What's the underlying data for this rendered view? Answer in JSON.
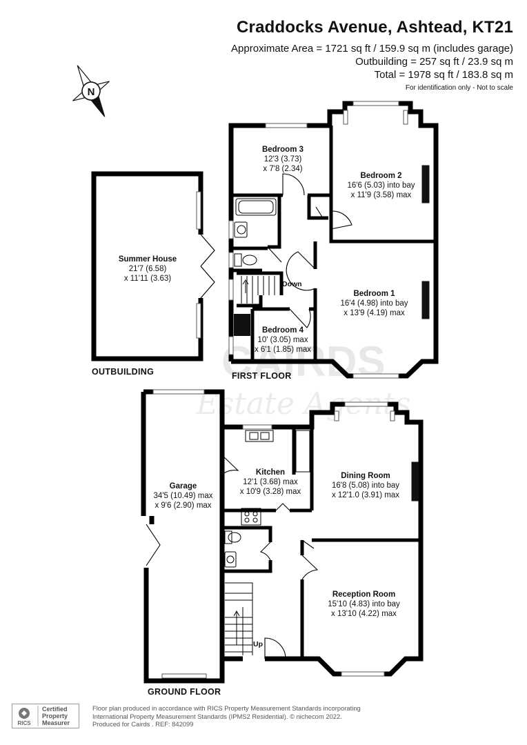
{
  "header": {
    "title": "Craddocks Avenue, Ashtead, KT21",
    "area_lines": [
      "Approximate Area = 1721 sq ft / 159.9 sq m (includes garage)",
      "Outbuilding = 257 sq ft / 23.9 sq m",
      "Total = 1978 sq ft / 183.8 sq m"
    ],
    "note": "For identification only - Not to scale"
  },
  "compass": {
    "label": "N"
  },
  "floors": {
    "first": "FIRST FLOOR",
    "ground": "GROUND FLOOR",
    "outbuilding": "OUTBUILDING"
  },
  "rooms": {
    "bedroom3": {
      "name": "Bedroom 3",
      "dim1": "12'3 (3.73)",
      "dim2": "x 7'8 (2.34)"
    },
    "bedroom2": {
      "name": "Bedroom 2",
      "dim1": "16'6 (5.03) into bay",
      "dim2": "x 11'9 (3.58) max"
    },
    "bedroom1": {
      "name": "Bedroom 1",
      "dim1": "16'4 (4.98) into bay",
      "dim2": "x 13'9 (4.19) max"
    },
    "bedroom4": {
      "name": "Bedroom 4",
      "dim1": "10' (3.05) max",
      "dim2": "x 6'1 (1.85) max"
    },
    "summer": {
      "name": "Summer House",
      "dim1": "21'7 (6.58)",
      "dim2": "x 11'11 (3.63)"
    },
    "garage": {
      "name": "Garage",
      "dim1": "34'5 (10.49) max",
      "dim2": "x 9'6 (2.90) max"
    },
    "kitchen": {
      "name": "Kitchen",
      "dim1": "12'1 (3.68) max",
      "dim2": "x 10'9 (3.28) max"
    },
    "dining": {
      "name": "Dining Room",
      "dim1": "16'8 (5.08) into bay",
      "dim2": "x 12'1.0 (3.91) max"
    },
    "reception": {
      "name": "Reception Room",
      "dim1": "15'10 (4.83) into bay",
      "dim2": "x 13'10 (4.22) max"
    }
  },
  "stairs": {
    "down": "Down",
    "up": "Up"
  },
  "watermark": {
    "line1": "CAIRDS",
    "line2": "Estate Agents"
  },
  "footer": {
    "logo_text": "RICS",
    "badge_lines": [
      "Certified",
      "Property",
      "Measurer"
    ],
    "lines": [
      "Floor plan produced in accordance with RICS Property Measurement Standards incorporating",
      "International Property Measurement Standards (IPMS2 Residential).   © nichecom 2022.",
      "Produced for Cairds .   REF:  842099"
    ]
  },
  "colors": {
    "wall": "#000000",
    "window": "#888888",
    "text": "#111111"
  }
}
